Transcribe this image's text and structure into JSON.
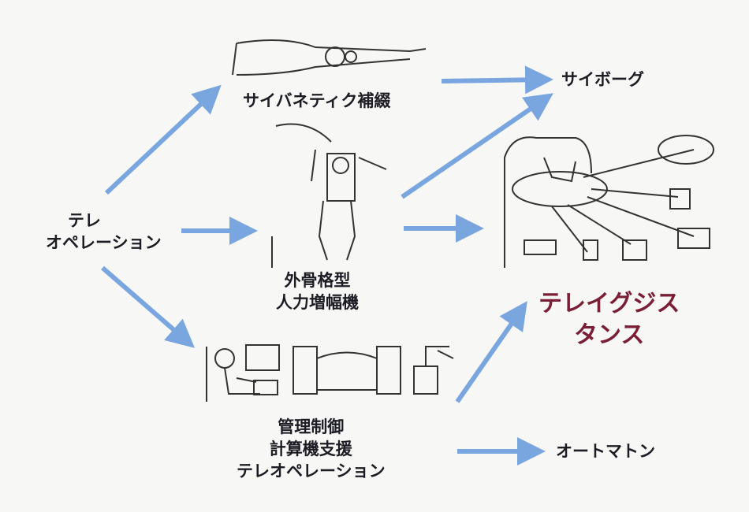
{
  "colors": {
    "arrow": "#7aa6e0",
    "text": "#1c1c24",
    "highlight": "#7a1f35"
  },
  "source": {
    "line1": "テレ",
    "line2": "オペレーション"
  },
  "prosthetics": {
    "label": "サイバネティク補綴"
  },
  "exoskeleton": {
    "line1": "外骨格型",
    "line2": "人力増幅機"
  },
  "supervisory": {
    "line1": "管理制御",
    "line2": "計算機支援",
    "line3": "テレオペレーション"
  },
  "cyborg": {
    "label": "サイボーグ"
  },
  "telexistence": {
    "line1": "テレイグジス",
    "line2": "タンス"
  },
  "automaton": {
    "label": "オートマトン"
  }
}
